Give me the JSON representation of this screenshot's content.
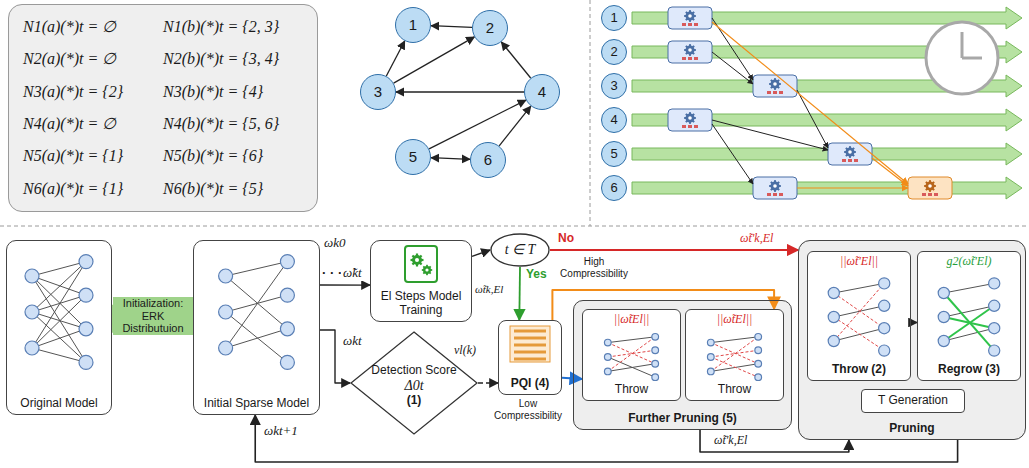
{
  "diagram": {
    "nodes": [
      {
        "text": [
          "N1(a)(*)t = ∅",
          "N1(b)(*)t = {2, 3}",
          "N2(a)(*)t = ∅",
          "N2(b)(*)t = {3, 4}",
          "N3(a)(*)t = {2}",
          "N3(b)(*)t = {4}",
          "N4(a)(*)t = ∅",
          "N4(b)(*)t = {5, 6}",
          "N5(a)(*)t = {1}",
          "N5(b)(*)t = {6}",
          "N6(a)(*)t = {1}",
          "N6(b)(*)t = {5}"
        ]
      },
      {
        "text": [
          "1"
        ]
      },
      {
        "text": [
          "2"
        ]
      },
      {
        "text": [
          "3"
        ]
      },
      {
        "text": [
          "4"
        ]
      },
      {
        "text": [
          "5"
        ]
      },
      {
        "text": [
          "6"
        ]
      },
      {
        "text": [
          "1"
        ]
      },
      {
        "text": [
          "2"
        ]
      },
      {
        "text": [
          "3"
        ]
      },
      {
        "text": [
          "4"
        ]
      },
      {
        "text": [
          "5"
        ]
      },
      {
        "text": [
          "6"
        ]
      },
      {
        "text": [
          "Original Model"
        ]
      },
      {
        "text": [
          "Initial Sparse Model"
        ]
      },
      {
        "text": [
          "El Steps Model Training"
        ]
      },
      {
        "text": [
          "Detection Score",
          "Δ0t",
          "(1)"
        ]
      },
      {
        "text": [
          "t ∈ T"
        ]
      },
      {
        "text": [
          "PQI (4)"
        ]
      },
      {
        "text": [
          "Further Pruning (5)"
        ]
      },
      {
        "text": [
          "||ω̃tEl||",
          "Throw"
        ],
        "in": 19
      },
      {
        "text": [
          "||ω̃tEl||",
          "Throw"
        ],
        "in": 19
      },
      {
        "text": [
          "Pruning"
        ]
      },
      {
        "text": [
          "||ω̃t'El||",
          "Throw (2)"
        ],
        "in": 22
      },
      {
        "text": [
          "g2(ω̃t'El)",
          "Regrow (3)"
        ],
        "in": 22
      },
      {
        "text": [
          "T Generation"
        ],
        "in": 22
      }
    ],
    "edges": [
      {
        "from": 2,
        "to": 1,
        "arrow": "to"
      },
      {
        "from": 3,
        "to": 1,
        "arrow": "to"
      },
      {
        "from": 3,
        "to": 2,
        "arrow": "to"
      },
      {
        "from": 4,
        "to": 2,
        "arrow": "to"
      },
      {
        "from": 4,
        "to": 3,
        "arrow": "to"
      },
      {
        "from": 5,
        "to": 4,
        "arrow": "to"
      },
      {
        "from": 6,
        "to": 4,
        "arrow": "to"
      },
      {
        "from": 5,
        "to": 6,
        "arrow": "both"
      },
      {
        "from": 13,
        "to": 14,
        "label": "Initialization: ERK Distributuion",
        "arrow": "to"
      },
      {
        "from": 14,
        "to": 15,
        "arrow": "to"
      },
      {
        "from": 14,
        "to": 16,
        "arrow": "to"
      },
      {
        "from": 15,
        "to": 17,
        "arrow": "to"
      },
      {
        "from": 17,
        "to": 18,
        "label": "Yes",
        "arrow": "to"
      },
      {
        "from": 17,
        "to": 22,
        "label": "No",
        "arrow": "to"
      },
      {
        "from": 16,
        "to": 18,
        "label": "vl(k)",
        "arrow": "to"
      },
      {
        "from": 18,
        "to": 21,
        "arrow": "to"
      },
      {
        "from": 18,
        "to": 20,
        "arrow": "to"
      },
      {
        "from": 23,
        "to": 24,
        "arrow": "to"
      },
      {
        "from": 19,
        "to": 22,
        "arrow": "to"
      },
      {
        "from": 22,
        "to": 14,
        "arrow": "to"
      }
    ],
    "labels": [
      "ωk0",
      "· · ·",
      "ω̃kt",
      "ωkt",
      "ω̃tk,El",
      "ω̃t'k,El",
      "High Compressibility",
      "Low Compressibility",
      "ω̃t'k,El",
      "ωkt+1"
    ]
  }
}
